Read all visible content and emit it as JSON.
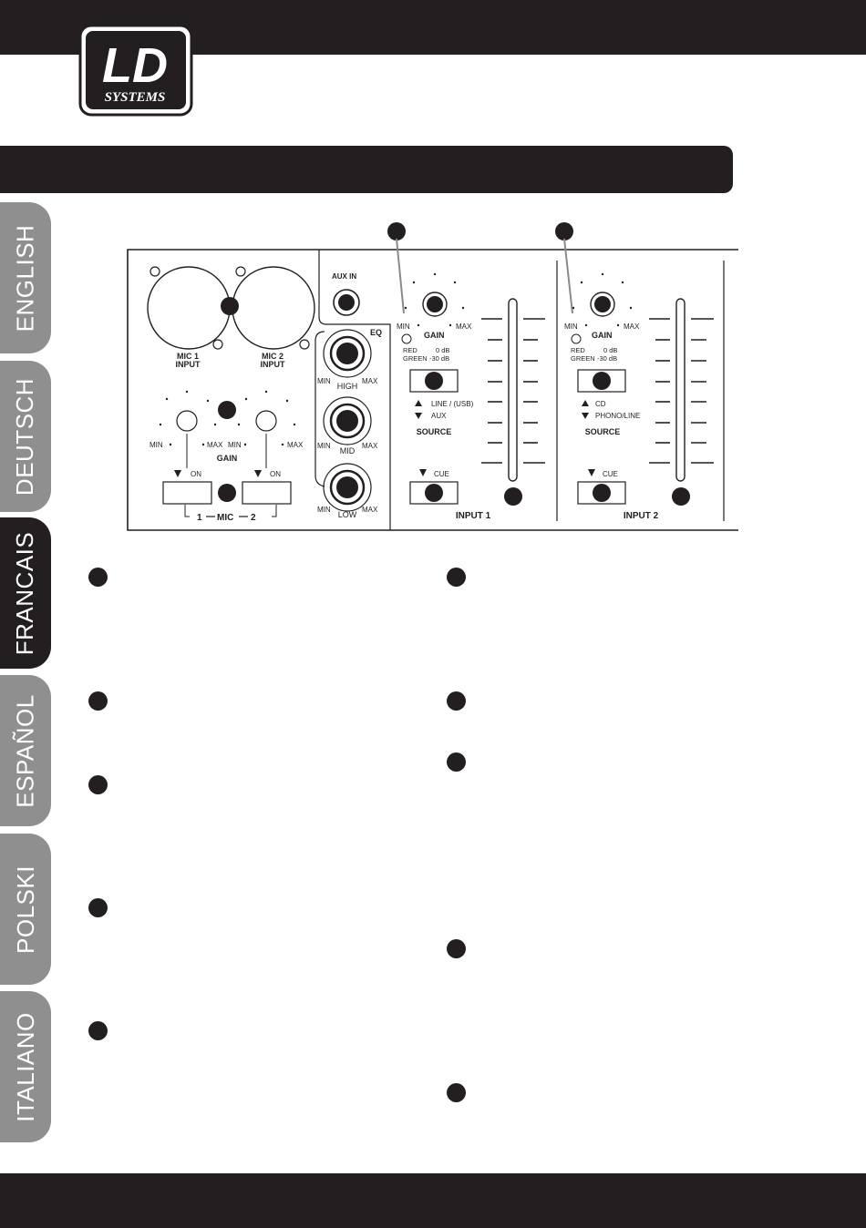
{
  "brand": {
    "logo_main": "LD",
    "logo_sub": "SYSTEMS"
  },
  "language_tabs": [
    {
      "label": "ENGLISH",
      "active": false
    },
    {
      "label": "DEUTSCH",
      "active": false
    },
    {
      "label": "FRANCAIS",
      "active": true
    },
    {
      "label": "ESPAÑOL",
      "active": false
    },
    {
      "label": "POLSKI",
      "active": false
    },
    {
      "label": "ITALIANO",
      "active": false
    }
  ],
  "panel": {
    "mic1_input": [
      "MIC 1",
      "INPUT"
    ],
    "mic2_input": [
      "MIC 2",
      "INPUT"
    ],
    "aux_in": "AUX IN",
    "eq": "EQ",
    "eq_high": "HIGH",
    "eq_mid": "MID",
    "eq_low": "LOW",
    "min": "MIN",
    "max": "MAX",
    "gain": "GAIN",
    "on": "ON",
    "mic_group": "MIC",
    "mic_one": "1",
    "mic_two": "2",
    "led_red": "RED",
    "led_green": "GREEN",
    "led_0db": "0 dB",
    "led_30db": "-30 dB",
    "source": "SOURCE",
    "cue": "CUE",
    "input1_up": "LINE / (USB)",
    "input1_down": "AUX",
    "input2_up": "CD",
    "input2_down": "PHONO/LINE",
    "input1": "INPUT 1",
    "input2": "INPUT 2"
  },
  "colors": {
    "dark": "#231f20",
    "tab_inactive": "#8f8f8f",
    "callout_line": "#8a8a8a"
  }
}
